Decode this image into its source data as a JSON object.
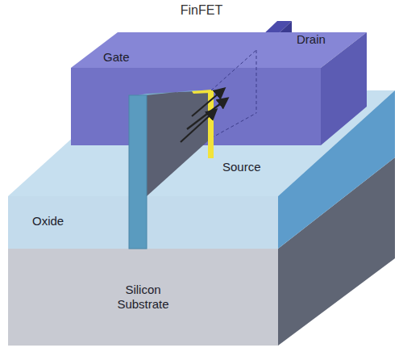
{
  "diagram": {
    "title": "FinFET",
    "nodes": [
      {
        "text": [
          "Gate"
        ]
      },
      {
        "text": [
          "Oxide"
        ]
      },
      {
        "text": [
          "Silicon Substrate"
        ]
      }
    ],
    "labels": [
      "Drain",
      "Source"
    ]
  }
}
